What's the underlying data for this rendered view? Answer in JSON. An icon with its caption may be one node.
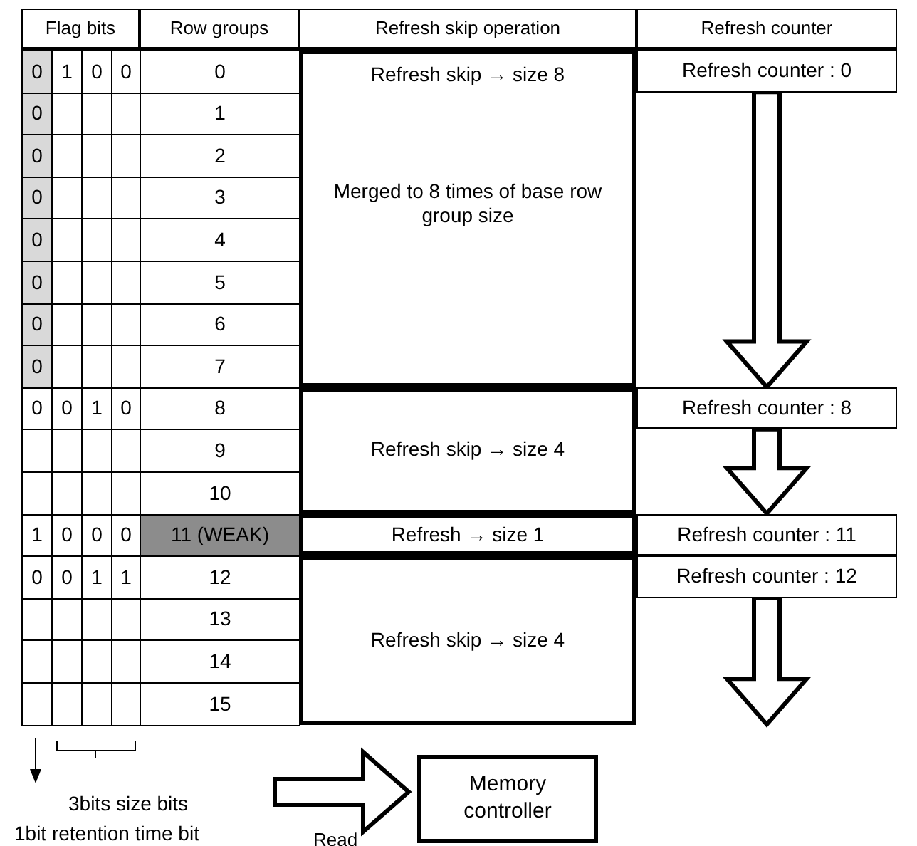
{
  "diagram": {
    "nodes": [
      {
        "text": [
          "Refresh skip → size 8",
          "Merged to 8 times of base row group size"
        ]
      },
      {
        "text": [
          "Refresh counter : 0"
        ]
      },
      {
        "text": [
          "Refresh skip → size 4"
        ]
      },
      {
        "text": [
          "Refresh counter : 8"
        ]
      },
      {
        "text": [
          "Refresh → size 1"
        ]
      },
      {
        "text": [
          "Refresh counter : 11"
        ]
      },
      {
        "text": [
          "Refresh counter : 12"
        ]
      },
      {
        "text": [
          "Refresh skip → size 4"
        ]
      },
      {
        "text": [
          "Memory controller"
        ]
      }
    ],
    "edges": [
      {
        "from": 1,
        "to": 3,
        "arrow": "to"
      },
      {
        "from": 3,
        "to": 5,
        "arrow": "to"
      },
      {
        "from": 6,
        "to": null,
        "arrow": "to"
      },
      {
        "from": null,
        "to": 8,
        "arrow": "to",
        "label": "Read"
      }
    ],
    "labels": [
      "Flag bits",
      "Row groups",
      "Refresh skip operation",
      "Refresh counter",
      "0",
      "1",
      "0",
      "0",
      "0",
      "0",
      "1",
      "0",
      "2",
      "0",
      "3",
      "0",
      "4",
      "0",
      "5",
      "0",
      "6",
      "0",
      "7",
      "0",
      "0",
      "1",
      "0",
      "8",
      "9",
      "10",
      "1",
      "0",
      "0",
      "0",
      "11 (WEAK)",
      "0",
      "0",
      "1",
      "1",
      "12",
      "13",
      "14",
      "15",
      "3bits size bits",
      "1bit retention time bit"
    ]
  }
}
